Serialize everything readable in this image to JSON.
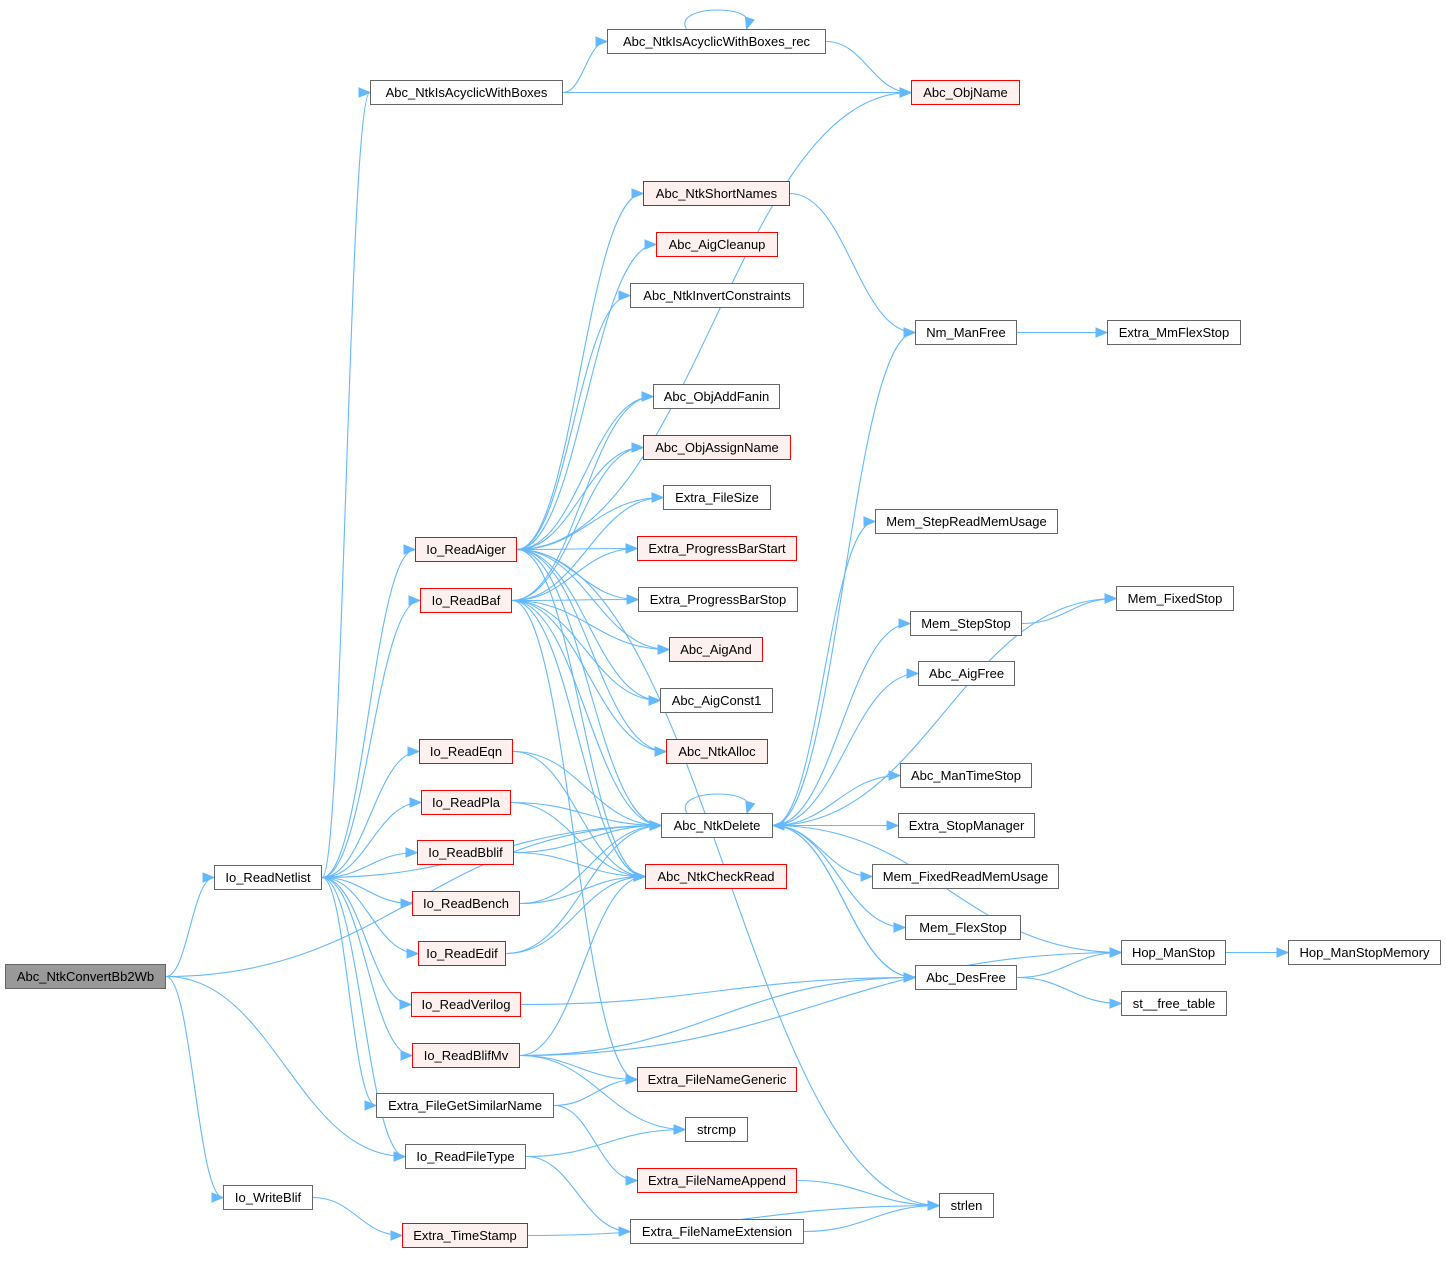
{
  "graph": {
    "type": "call-graph",
    "root": "Abc_NtkConvertBb2Wb",
    "colors": {
      "edge": "#63b8ff",
      "root_fill": "#999999",
      "default_border": "#666666",
      "undocumented_border": "#ff0000",
      "undocumented_fill": "#fff0f0"
    },
    "nodes": [
      {
        "id": "Abc_NtkConvertBb2Wb",
        "label": "Abc_NtkConvertBb2Wb",
        "style": "root"
      },
      {
        "id": "Io_ReadNetlist",
        "label": "Io_ReadNetlist",
        "style": "normal"
      },
      {
        "id": "Io_WriteBlif",
        "label": "Io_WriteBlif",
        "style": "normal"
      },
      {
        "id": "Abc_NtkIsAcyclicWithBoxes",
        "label": "Abc_NtkIsAcyclicWithBoxes",
        "style": "normal"
      },
      {
        "id": "Abc_NtkIsAcyclicWithBoxes_rec",
        "label": "Abc_NtkIsAcyclicWithBoxes_rec",
        "style": "normal"
      },
      {
        "id": "Abc_ObjName",
        "label": "Abc_ObjName",
        "style": "red"
      },
      {
        "id": "Abc_NtkShortNames",
        "label": "Abc_NtkShortNames",
        "style": "red"
      },
      {
        "id": "Abc_AigCleanup",
        "label": "Abc_AigCleanup",
        "style": "red"
      },
      {
        "id": "Abc_NtkInvertConstraints",
        "label": "Abc_NtkInvertConstraints",
        "style": "normal"
      },
      {
        "id": "Nm_ManFree",
        "label": "Nm_ManFree",
        "style": "normal"
      },
      {
        "id": "Extra_MmFlexStop",
        "label": "Extra_MmFlexStop",
        "style": "normal"
      },
      {
        "id": "Abc_ObjAddFanin",
        "label": "Abc_ObjAddFanin",
        "style": "normal"
      },
      {
        "id": "Abc_ObjAssignName",
        "label": "Abc_ObjAssignName",
        "style": "red"
      },
      {
        "id": "Extra_FileSize",
        "label": "Extra_FileSize",
        "style": "normal"
      },
      {
        "id": "Extra_ProgressBarStart",
        "label": "Extra_ProgressBarStart",
        "style": "red"
      },
      {
        "id": "Extra_ProgressBarStop",
        "label": "Extra_ProgressBarStop",
        "style": "normal"
      },
      {
        "id": "Abc_AigAnd",
        "label": "Abc_AigAnd",
        "style": "red"
      },
      {
        "id": "Abc_AigConst1",
        "label": "Abc_AigConst1",
        "style": "normal"
      },
      {
        "id": "Abc_NtkAlloc",
        "label": "Abc_NtkAlloc",
        "style": "red"
      },
      {
        "id": "Abc_NtkDelete",
        "label": "Abc_NtkDelete",
        "style": "normal"
      },
      {
        "id": "Abc_NtkCheckRead",
        "label": "Abc_NtkCheckRead",
        "style": "red"
      },
      {
        "id": "Io_ReadAiger",
        "label": "Io_ReadAiger",
        "style": "red"
      },
      {
        "id": "Io_ReadBaf",
        "label": "Io_ReadBaf",
        "style": "red"
      },
      {
        "id": "Io_ReadEqn",
        "label": "Io_ReadEqn",
        "style": "red"
      },
      {
        "id": "Io_ReadPla",
        "label": "Io_ReadPla",
        "style": "red"
      },
      {
        "id": "Io_ReadBblif",
        "label": "Io_ReadBblif",
        "style": "red"
      },
      {
        "id": "Io_ReadBench",
        "label": "Io_ReadBench",
        "style": "red"
      },
      {
        "id": "Io_ReadEdif",
        "label": "Io_ReadEdif",
        "style": "red"
      },
      {
        "id": "Io_ReadVerilog",
        "label": "Io_ReadVerilog",
        "style": "red"
      },
      {
        "id": "Io_ReadBlifMv",
        "label": "Io_ReadBlifMv",
        "style": "red"
      },
      {
        "id": "Extra_FileGetSimilarName",
        "label": "Extra_FileGetSimilarName",
        "style": "normal"
      },
      {
        "id": "Io_ReadFileType",
        "label": "Io_ReadFileType",
        "style": "normal"
      },
      {
        "id": "Extra_TimeStamp",
        "label": "Extra_TimeStamp",
        "style": "red"
      },
      {
        "id": "Extra_FileNameGeneric",
        "label": "Extra_FileNameGeneric",
        "style": "red"
      },
      {
        "id": "strcmp",
        "label": "strcmp",
        "style": "normal"
      },
      {
        "id": "Extra_FileNameAppend",
        "label": "Extra_FileNameAppend",
        "style": "red"
      },
      {
        "id": "Extra_FileNameExtension",
        "label": "Extra_FileNameExtension",
        "style": "normal"
      },
      {
        "id": "strlen",
        "label": "strlen",
        "style": "normal"
      },
      {
        "id": "Mem_StepReadMemUsage",
        "label": "Mem_StepReadMemUsage",
        "style": "normal"
      },
      {
        "id": "Mem_FixedStop",
        "label": "Mem_FixedStop",
        "style": "normal"
      },
      {
        "id": "Mem_StepStop",
        "label": "Mem_StepStop",
        "style": "normal"
      },
      {
        "id": "Abc_AigFree",
        "label": "Abc_AigFree",
        "style": "normal"
      },
      {
        "id": "Abc_ManTimeStop",
        "label": "Abc_ManTimeStop",
        "style": "normal"
      },
      {
        "id": "Extra_StopManager",
        "label": "Extra_StopManager",
        "style": "normal"
      },
      {
        "id": "Mem_FixedReadMemUsage",
        "label": "Mem_FixedReadMemUsage",
        "style": "normal"
      },
      {
        "id": "Mem_FlexStop",
        "label": "Mem_FlexStop",
        "style": "normal"
      },
      {
        "id": "Abc_DesFree",
        "label": "Abc_DesFree",
        "style": "normal"
      },
      {
        "id": "Hop_ManStop",
        "label": "Hop_ManStop",
        "style": "normal"
      },
      {
        "id": "Hop_ManStopMemory",
        "label": "Hop_ManStopMemory",
        "style": "normal"
      },
      {
        "id": "st__free_table",
        "label": "st__free_table",
        "style": "normal"
      }
    ],
    "edges": [
      [
        "Abc_NtkConvertBb2Wb",
        "Io_ReadNetlist"
      ],
      [
        "Abc_NtkConvertBb2Wb",
        "Io_WriteBlif"
      ],
      [
        "Abc_NtkConvertBb2Wb",
        "Io_ReadFileType"
      ],
      [
        "Abc_NtkConvertBb2Wb",
        "Abc_NtkDelete"
      ],
      [
        "Io_ReadNetlist",
        "Abc_NtkIsAcyclicWithBoxes"
      ],
      [
        "Io_ReadNetlist",
        "Io_ReadAiger"
      ],
      [
        "Io_ReadNetlist",
        "Io_ReadBaf"
      ],
      [
        "Io_ReadNetlist",
        "Io_ReadEqn"
      ],
      [
        "Io_ReadNetlist",
        "Io_ReadPla"
      ],
      [
        "Io_ReadNetlist",
        "Io_ReadBblif"
      ],
      [
        "Io_ReadNetlist",
        "Io_ReadBench"
      ],
      [
        "Io_ReadNetlist",
        "Io_ReadEdif"
      ],
      [
        "Io_ReadNetlist",
        "Io_ReadVerilog"
      ],
      [
        "Io_ReadNetlist",
        "Io_ReadBlifMv"
      ],
      [
        "Io_ReadNetlist",
        "Extra_FileGetSimilarName"
      ],
      [
        "Io_ReadNetlist",
        "Io_ReadFileType"
      ],
      [
        "Io_ReadNetlist",
        "Abc_NtkDelete"
      ],
      [
        "Io_WriteBlif",
        "Extra_TimeStamp"
      ],
      [
        "Abc_NtkIsAcyclicWithBoxes",
        "Abc_NtkIsAcyclicWithBoxes_rec"
      ],
      [
        "Abc_NtkIsAcyclicWithBoxes",
        "Abc_ObjName"
      ],
      [
        "Abc_NtkIsAcyclicWithBoxes_rec",
        "Abc_NtkIsAcyclicWithBoxes_rec"
      ],
      [
        "Abc_NtkIsAcyclicWithBoxes_rec",
        "Abc_ObjName"
      ],
      [
        "Io_ReadAiger",
        "Abc_ObjName"
      ],
      [
        "Io_ReadAiger",
        "Abc_NtkShortNames"
      ],
      [
        "Io_ReadAiger",
        "Abc_AigCleanup"
      ],
      [
        "Io_ReadAiger",
        "Abc_NtkInvertConstraints"
      ],
      [
        "Io_ReadAiger",
        "strlen"
      ],
      [
        "Io_ReadAiger",
        "Abc_ObjAddFanin"
      ],
      [
        "Io_ReadAiger",
        "Abc_ObjAssignName"
      ],
      [
        "Io_ReadAiger",
        "Extra_FileSize"
      ],
      [
        "Io_ReadAiger",
        "Extra_ProgressBarStart"
      ],
      [
        "Io_ReadAiger",
        "Extra_ProgressBarStop"
      ],
      [
        "Io_ReadAiger",
        "Abc_AigAnd"
      ],
      [
        "Io_ReadAiger",
        "Abc_AigConst1"
      ],
      [
        "Io_ReadAiger",
        "Abc_NtkAlloc"
      ],
      [
        "Io_ReadAiger",
        "Abc_NtkDelete"
      ],
      [
        "Io_ReadAiger",
        "Abc_NtkCheckRead"
      ],
      [
        "Io_ReadBaf",
        "Abc_ObjAddFanin"
      ],
      [
        "Io_ReadBaf",
        "Abc_ObjAssignName"
      ],
      [
        "Io_ReadBaf",
        "Extra_FileSize"
      ],
      [
        "Io_ReadBaf",
        "Extra_ProgressBarStart"
      ],
      [
        "Io_ReadBaf",
        "Extra_ProgressBarStop"
      ],
      [
        "Io_ReadBaf",
        "Abc_AigAnd"
      ],
      [
        "Io_ReadBaf",
        "Abc_AigConst1"
      ],
      [
        "Io_ReadBaf",
        "Abc_NtkAlloc"
      ],
      [
        "Io_ReadBaf",
        "Abc_NtkDelete"
      ],
      [
        "Io_ReadBaf",
        "Abc_NtkCheckRead"
      ],
      [
        "Io_ReadBaf",
        "Extra_FileNameGeneric"
      ],
      [
        "Io_ReadEqn",
        "Abc_NtkDelete"
      ],
      [
        "Io_ReadEqn",
        "Abc_NtkCheckRead"
      ],
      [
        "Io_ReadPla",
        "Abc_NtkDelete"
      ],
      [
        "Io_ReadPla",
        "Abc_NtkCheckRead"
      ],
      [
        "Io_ReadBblif",
        "Abc_NtkDelete"
      ],
      [
        "Io_ReadBblif",
        "Abc_NtkCheckRead"
      ],
      [
        "Io_ReadBench",
        "Abc_NtkDelete"
      ],
      [
        "Io_ReadBench",
        "Abc_NtkCheckRead"
      ],
      [
        "Io_ReadEdif",
        "Abc_NtkDelete"
      ],
      [
        "Io_ReadEdif",
        "Abc_NtkCheckRead"
      ],
      [
        "Io_ReadVerilog",
        "Abc_DesFree"
      ],
      [
        "Io_ReadBlifMv",
        "Abc_NtkCheckRead"
      ],
      [
        "Io_ReadBlifMv",
        "Abc_DesFree"
      ],
      [
        "Io_ReadBlifMv",
        "Hop_ManStop"
      ],
      [
        "Io_ReadBlifMv",
        "Extra_FileNameGeneric"
      ],
      [
        "Io_ReadBlifMv",
        "strcmp"
      ],
      [
        "Extra_FileGetSimilarName",
        "Extra_FileNameGeneric"
      ],
      [
        "Extra_FileGetSimilarName",
        "Extra_FileNameAppend"
      ],
      [
        "Io_ReadFileType",
        "strcmp"
      ],
      [
        "Io_ReadFileType",
        "Extra_FileNameExtension"
      ],
      [
        "Extra_TimeStamp",
        "strlen"
      ],
      [
        "Extra_FileNameAppend",
        "strlen"
      ],
      [
        "Extra_FileNameExtension",
        "strlen"
      ],
      [
        "Abc_NtkShortNames",
        "Nm_ManFree"
      ],
      [
        "Nm_ManFree",
        "Extra_MmFlexStop"
      ],
      [
        "Abc_NtkDelete",
        "Abc_NtkDelete"
      ],
      [
        "Abc_NtkDelete",
        "Nm_ManFree"
      ],
      [
        "Abc_NtkDelete",
        "Mem_StepReadMemUsage"
      ],
      [
        "Abc_NtkDelete",
        "Mem_FixedStop"
      ],
      [
        "Abc_NtkDelete",
        "Mem_StepStop"
      ],
      [
        "Abc_NtkDelete",
        "Abc_AigFree"
      ],
      [
        "Abc_NtkDelete",
        "Hop_ManStop"
      ],
      [
        "Abc_NtkDelete",
        "Abc_ManTimeStop"
      ],
      [
        "Abc_NtkDelete",
        "Extra_StopManager"
      ],
      [
        "Abc_NtkDelete",
        "Mem_FixedReadMemUsage"
      ],
      [
        "Abc_NtkDelete",
        "Mem_FlexStop"
      ],
      [
        "Abc_NtkDelete",
        "Abc_DesFree"
      ],
      [
        "Abc_DesFree",
        "Abc_NtkDelete"
      ],
      [
        "Abc_DesFree",
        "Hop_ManStop"
      ],
      [
        "Abc_DesFree",
        "st__free_table"
      ],
      [
        "Mem_StepStop",
        "Mem_FixedStop"
      ],
      [
        "Hop_ManStop",
        "Hop_ManStopMemory"
      ]
    ]
  }
}
